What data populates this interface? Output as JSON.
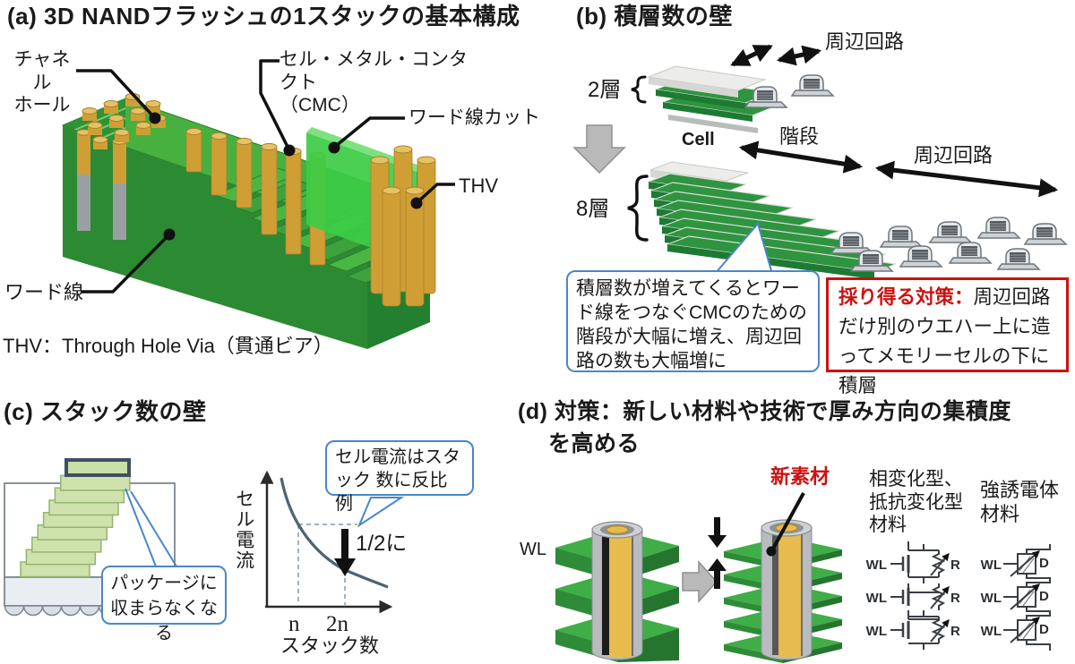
{
  "panel_a": {
    "title": "(a) 3D NANDフラッシュの1スタックの基本構成",
    "labels": {
      "channel_hole": "チャネル\nホール",
      "cmc": "セル・メタル・コンタクト\n（CMC）",
      "wordline_cut": "ワード線カット",
      "thv": "THV",
      "wordline": "ワード線"
    },
    "footnote": "THV：Through Hole Via（貫通ビア）"
  },
  "panel_b": {
    "title": "(b) 積層数の壁",
    "peripheral_circuit_top": "周辺回路",
    "layers_2": "2層",
    "cell": "Cell",
    "stairs": "階段",
    "peripheral_circuit_right": "周辺回路",
    "layers_8": "8層",
    "callout": "積層数が増えてくるとワード線をつなぐCMCのための階段が大幅に増え、周辺回路の数も大幅増に",
    "countermeasure": {
      "prefix": "採り得る対策：",
      "body": "周辺回路だけ別のウエハー上に造ってメモリーセルの下に積層"
    }
  },
  "panel_c": {
    "title": "(c) スタック数の壁",
    "package_callout": "パッケージに\n収まらなくなる",
    "graph": {
      "type": "line",
      "ylabel": "セル電流",
      "xlabel": "スタック数",
      "x_ticks": [
        "n",
        "2n"
      ],
      "callout": "セル電流はスタック\n数に反比例",
      "annotation": "1/2に",
      "relationship": "セル電流はスタック数に反比例（y ∝ 1/x）"
    }
  },
  "panel_d": {
    "title_line1": "(d) 対策：新しい材料や技術で厚み方向の集積度",
    "title_line2": "を高める",
    "wl": "WL",
    "new_material": "新素材",
    "material_phase_resistive": "相変化型、\n抵抗変化型\n材料",
    "material_ferroelectric": "強誘電体\n材料",
    "circuit": {
      "wl": "WL",
      "r": "R",
      "d": "D"
    }
  },
  "colors": {
    "callout_blue": "#4a86c8",
    "alert_red": "#cc1111",
    "green_dark": "#1d7a33",
    "green_bright": "#46b13f",
    "green_light": "#cfe2ae",
    "gold": "#cf9f35",
    "gray_arrow": "#b9b9b9"
  }
}
